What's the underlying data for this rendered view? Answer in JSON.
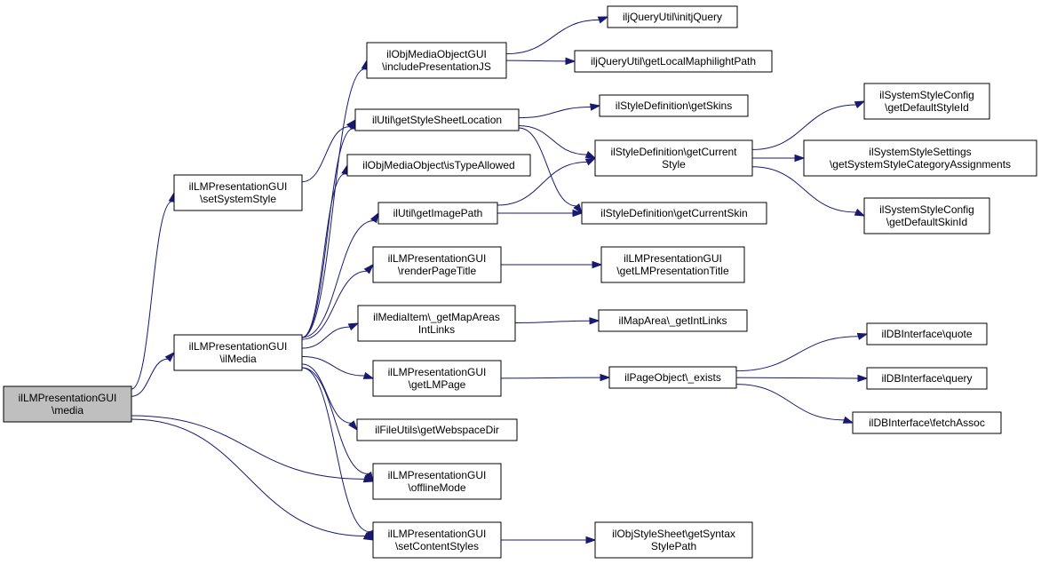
{
  "diagram": {
    "type": "call-graph",
    "colors": {
      "edge": "#191970",
      "root_fill": "#bfbfbf",
      "node_fill": "#ffffff",
      "border": "#000000"
    },
    "nodes": [
      {
        "id": "media",
        "lines": [
          "ilLMPresentationGUI",
          "\\media"
        ],
        "root": true
      },
      {
        "id": "setSystemStyle",
        "lines": [
          "ilLMPresentationGUI",
          "\\setSystemStyle"
        ]
      },
      {
        "id": "ilMedia",
        "lines": [
          "ilLMPresentationGUI",
          "\\ilMedia"
        ]
      },
      {
        "id": "offlineMode",
        "lines": [
          "ilLMPresentationGUI",
          "\\offlineMode"
        ]
      },
      {
        "id": "setContentStyles",
        "lines": [
          "ilLMPresentationGUI",
          "\\setContentStyles"
        ]
      },
      {
        "id": "getStyleSheetLocation",
        "lines": [
          "ilUtil\\getStyleSheetLocation"
        ]
      },
      {
        "id": "includePresentationJS",
        "lines": [
          "ilObjMediaObjectGUI",
          "\\includePresentationJS"
        ]
      },
      {
        "id": "isTypeAllowed",
        "lines": [
          "ilObjMediaObject\\isTypeAllowed"
        ]
      },
      {
        "id": "getImagePath",
        "lines": [
          "ilUtil\\getImagePath"
        ]
      },
      {
        "id": "renderPageTitle",
        "lines": [
          "ilLMPresentationGUI",
          "\\renderPageTitle"
        ]
      },
      {
        "id": "getMapAreasIntLinks",
        "lines": [
          "ilMediaItem\\_getMapAreas",
          "IntLinks"
        ]
      },
      {
        "id": "getLMPage",
        "lines": [
          "ilLMPresentationGUI",
          "\\getLMPage"
        ]
      },
      {
        "id": "getWebspaceDir",
        "lines": [
          "ilFileUtils\\getWebspaceDir"
        ]
      },
      {
        "id": "initjQuery",
        "lines": [
          "iljQueryUtil\\initjQuery"
        ]
      },
      {
        "id": "getLocalMaphilightPath",
        "lines": [
          "iljQueryUtil\\getLocalMaphilightPath"
        ]
      },
      {
        "id": "getSkins",
        "lines": [
          "ilStyleDefinition\\getSkins"
        ]
      },
      {
        "id": "getCurrentStyle",
        "lines": [
          "ilStyleDefinition\\getCurrent",
          "Style"
        ]
      },
      {
        "id": "getCurrentSkin",
        "lines": [
          "ilStyleDefinition\\getCurrentSkin"
        ]
      },
      {
        "id": "getLMPresentationTitle",
        "lines": [
          "ilLMPresentationGUI",
          "\\getLMPresentationTitle"
        ]
      },
      {
        "id": "getIntLinks",
        "lines": [
          "ilMapArea\\_getIntLinks"
        ]
      },
      {
        "id": "exists",
        "lines": [
          "ilPageObject\\_exists"
        ]
      },
      {
        "id": "getSyntaxStylePath",
        "lines": [
          "ilObjStyleSheet\\getSyntax",
          "StylePath"
        ]
      },
      {
        "id": "getDefaultStyleId",
        "lines": [
          "ilSystemStyleConfig",
          "\\getDefaultStyleId"
        ]
      },
      {
        "id": "getSystemStyleCategoryAssignments",
        "lines": [
          "ilSystemStyleSettings",
          "\\getSystemStyleCategoryAssignments"
        ]
      },
      {
        "id": "getDefaultSkinId",
        "lines": [
          "ilSystemStyleConfig",
          "\\getDefaultSkinId"
        ]
      },
      {
        "id": "quote",
        "lines": [
          "ilDBInterface\\quote"
        ]
      },
      {
        "id": "query",
        "lines": [
          "ilDBInterface\\query"
        ]
      },
      {
        "id": "fetchAssoc",
        "lines": [
          "ilDBInterface\\fetchAssoc"
        ]
      }
    ],
    "edges": [
      [
        "media",
        "setSystemStyle"
      ],
      [
        "media",
        "ilMedia"
      ],
      [
        "media",
        "offlineMode"
      ],
      [
        "media",
        "setContentStyles"
      ],
      [
        "setSystemStyle",
        "getStyleSheetLocation"
      ],
      [
        "ilMedia",
        "includePresentationJS"
      ],
      [
        "ilMedia",
        "getStyleSheetLocation"
      ],
      [
        "ilMedia",
        "isTypeAllowed"
      ],
      [
        "ilMedia",
        "getImagePath"
      ],
      [
        "ilMedia",
        "renderPageTitle"
      ],
      [
        "ilMedia",
        "getMapAreasIntLinks"
      ],
      [
        "ilMedia",
        "getLMPage"
      ],
      [
        "ilMedia",
        "getWebspaceDir"
      ],
      [
        "ilMedia",
        "offlineMode"
      ],
      [
        "ilMedia",
        "setContentStyles"
      ],
      [
        "includePresentationJS",
        "initjQuery"
      ],
      [
        "includePresentationJS",
        "getLocalMaphilightPath"
      ],
      [
        "getStyleSheetLocation",
        "getSkins"
      ],
      [
        "getStyleSheetLocation",
        "getCurrentStyle"
      ],
      [
        "getStyleSheetLocation",
        "getCurrentSkin"
      ],
      [
        "getImagePath",
        "getCurrentStyle"
      ],
      [
        "getImagePath",
        "getCurrentSkin"
      ],
      [
        "getCurrentStyle",
        "getDefaultStyleId"
      ],
      [
        "getCurrentStyle",
        "getSystemStyleCategoryAssignments"
      ],
      [
        "getCurrentStyle",
        "getDefaultSkinId"
      ],
      [
        "renderPageTitle",
        "getLMPresentationTitle"
      ],
      [
        "getMapAreasIntLinks",
        "getIntLinks"
      ],
      [
        "getLMPage",
        "exists"
      ],
      [
        "exists",
        "quote"
      ],
      [
        "exists",
        "query"
      ],
      [
        "exists",
        "fetchAssoc"
      ],
      [
        "setContentStyles",
        "getSyntaxStylePath"
      ]
    ]
  }
}
